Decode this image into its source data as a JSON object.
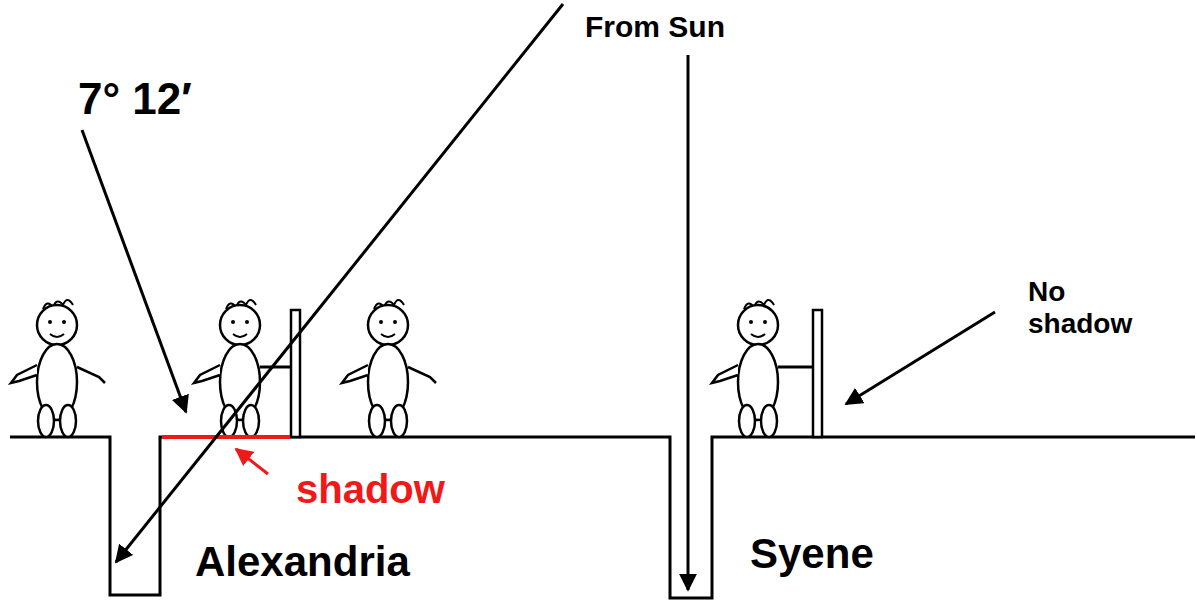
{
  "diagram": {
    "labels": [
      "7° 12′",
      "From Sun",
      "shadow",
      "No shadow",
      "Alexandria",
      "Syene"
    ]
  }
}
